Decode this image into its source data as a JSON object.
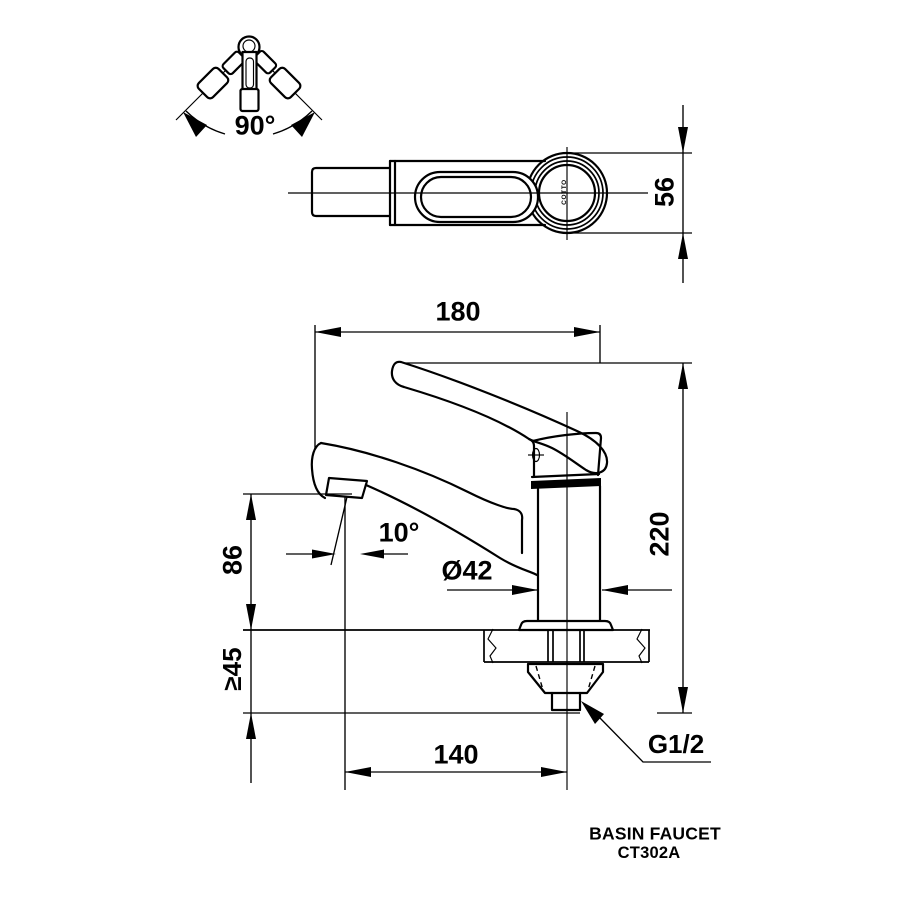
{
  "drawing": {
    "views": {
      "rotation": {
        "angle_label": "90°"
      },
      "top": {
        "depth_label": "56",
        "logo": "COTTO"
      },
      "front": {
        "width_label": "180",
        "height_label": "220",
        "spout_height_label": "86",
        "mount_thickness_label": "≥45",
        "reach_label": "140",
        "base_diameter_label": "Ø42",
        "spout_angle_label": "10°",
        "thread_label": "G1/2"
      }
    },
    "title_block": {
      "product": "BASIN FAUCET",
      "model": "CT302A"
    }
  }
}
